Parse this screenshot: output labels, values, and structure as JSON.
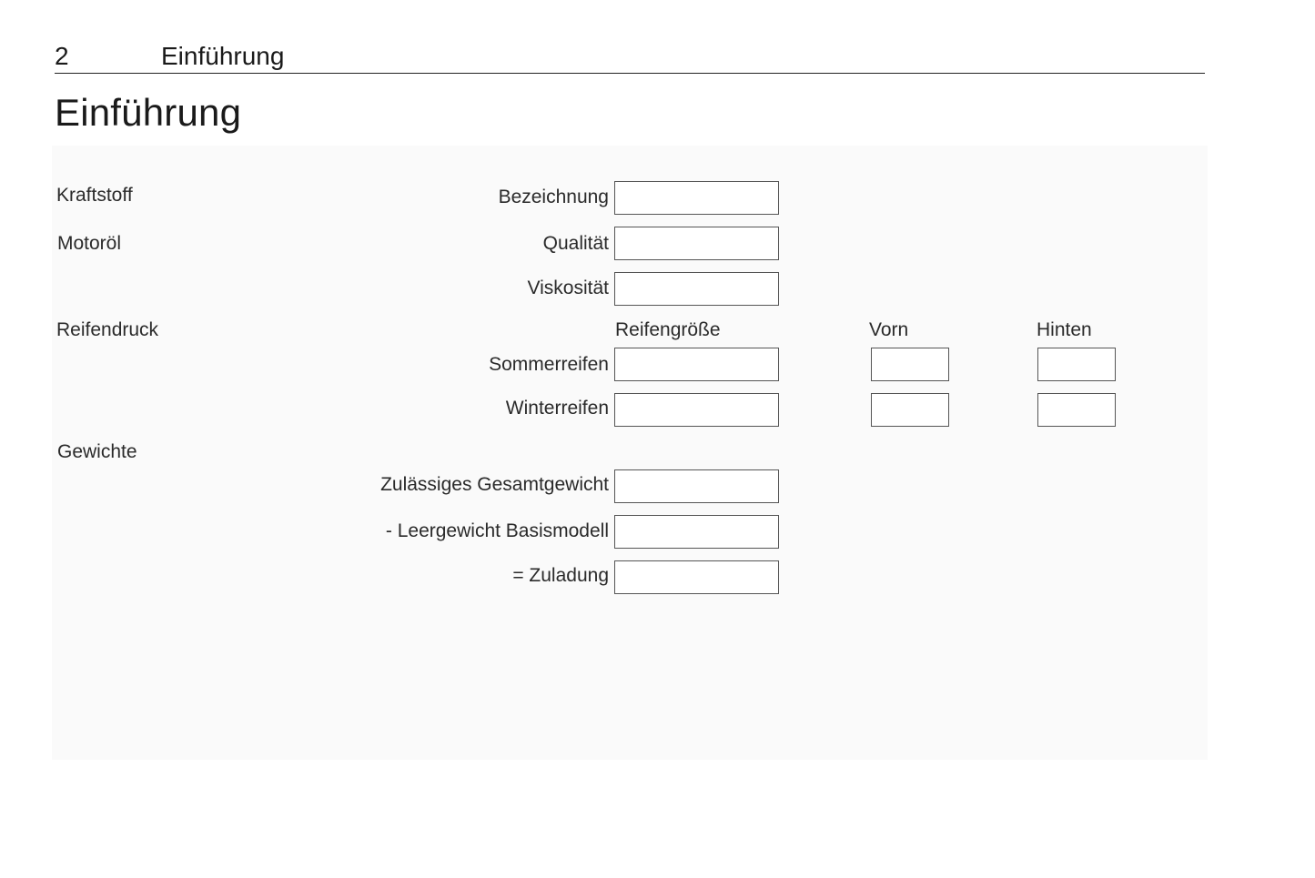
{
  "header": {
    "page_number": "2",
    "running_title": "Einführung"
  },
  "page_title": "Einführung",
  "form": {
    "sections": {
      "kraftstoff": "Kraftstoff",
      "motoroel": "Motoröl",
      "reifendruck": "Reifendruck",
      "gewichte": "Gewichte"
    },
    "kraftstoff_fields": {
      "bezeichnung": "Bezeichnung"
    },
    "motoroel_fields": {
      "qualitaet": "Qualität",
      "viskositaet": "Viskosität"
    },
    "reifendruck": {
      "columns": {
        "size": "Reifengröße",
        "front": "Vorn",
        "rear": "Hinten"
      },
      "rows": {
        "summer": "Sommerreifen",
        "winter": "Winterreifen"
      }
    },
    "gewichte_fields": {
      "gesamtgewicht": "Zulässiges Gesamtgewicht",
      "leergewicht": "- Leergewicht Basismodell",
      "zuladung": "= Zuladung"
    }
  }
}
